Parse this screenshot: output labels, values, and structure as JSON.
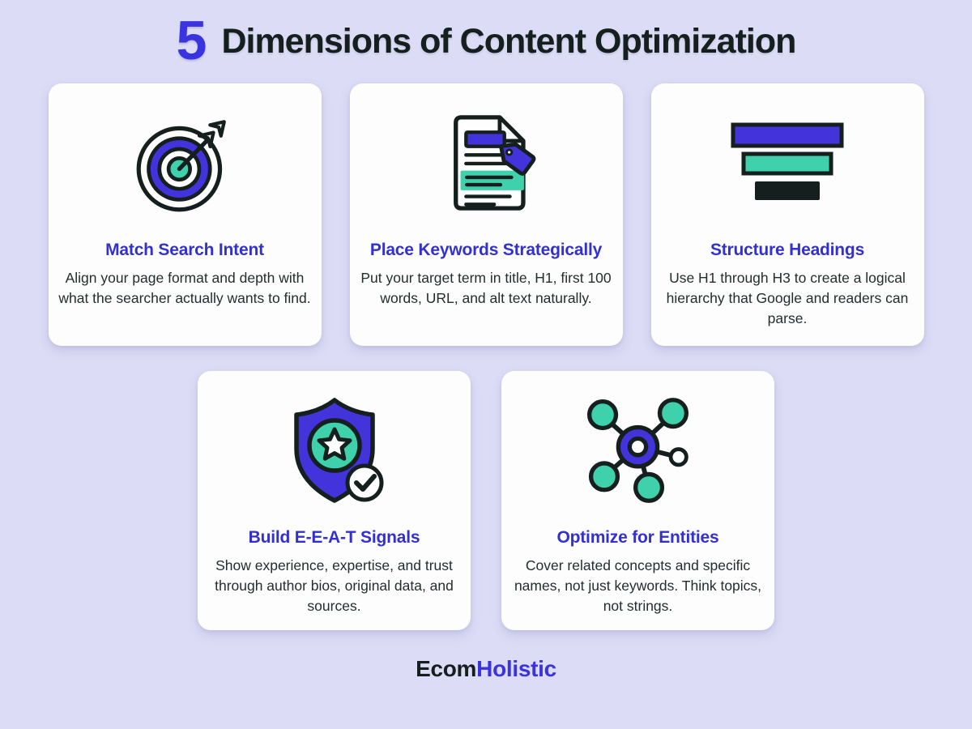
{
  "header": {
    "number": "5",
    "title": "Dimensions of Content Optimization"
  },
  "cards": [
    {
      "icon": "target-arrow-icon",
      "title": "Match Search Intent",
      "description": "Align your page format and depth with what the searcher actually wants to find."
    },
    {
      "icon": "document-tag-icon",
      "title": "Place Keywords Strategically",
      "description": "Put your target term in title, H1, first 100 words, URL, and alt text naturally."
    },
    {
      "icon": "heading-bars-icon",
      "title": "Structure Headings",
      "description": "Use H1 through H3 to create a logical hierarchy that Google and readers can parse."
    },
    {
      "icon": "shield-star-check-icon",
      "title": "Build E-E-A-T Signals",
      "description": "Show experience, expertise, and trust through author bios, original data, and sources."
    },
    {
      "icon": "entity-network-icon",
      "title": "Optimize for Entities",
      "description": "Cover related concepts and specific names, not just keywords. Think topics, not strings."
    }
  ],
  "footer": {
    "brand_dark": "Ecom",
    "brand_accent": "Holistic"
  },
  "colors": {
    "background": "#dcdcf6",
    "card": "#fdfdfe",
    "accent_heading": "#3330d2",
    "number_blue": "#3a33e0",
    "icon_blue": "#4233db",
    "teal": "#3ed1ac",
    "dark_outline": "#15201e",
    "body_text": "#232e2c"
  }
}
